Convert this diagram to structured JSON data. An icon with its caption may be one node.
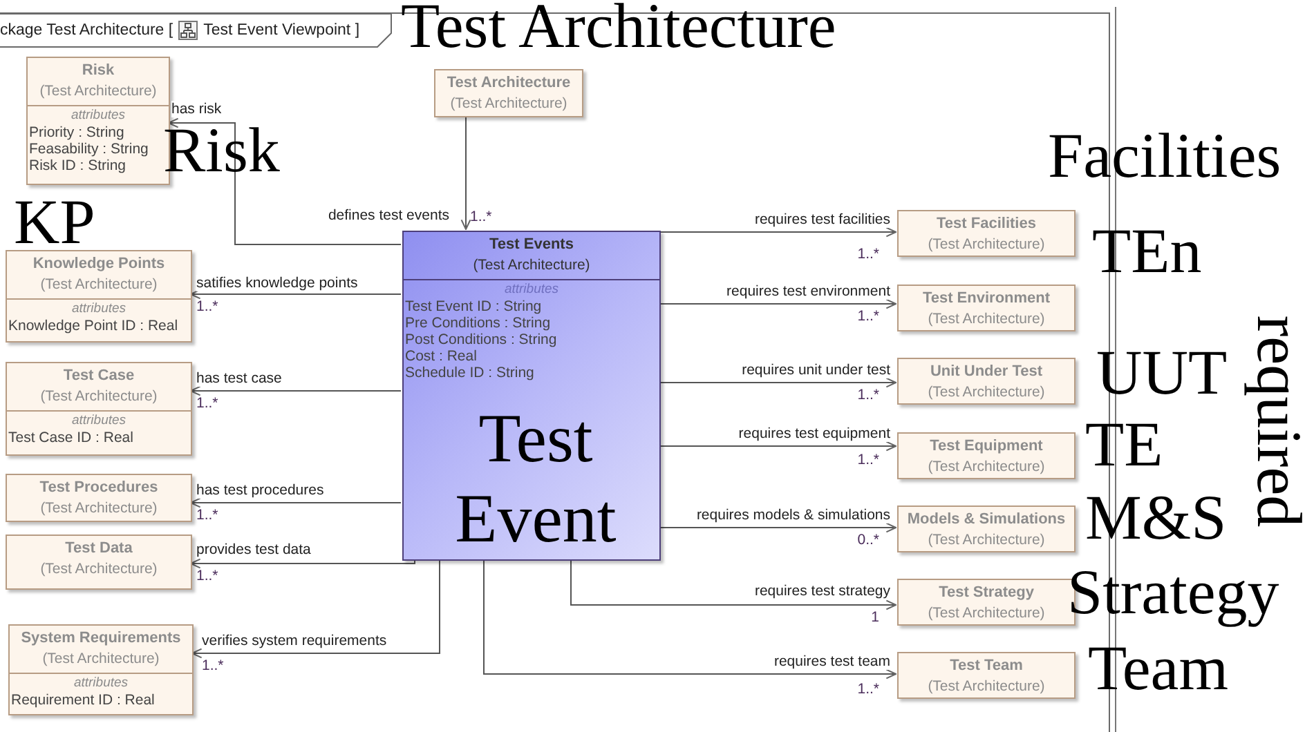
{
  "diagram": {
    "nodes": [
      {
        "text": [
          "ckage Test Architecture [",
          "Test Event Viewpoint ]"
        ]
      },
      {
        "text": [
          "Risk",
          "(Test Architecture)",
          "attributes",
          "Priority : String",
          "Feasability : String",
          "Risk ID : String"
        ],
        "in": 0
      },
      {
        "text": [
          "Test Architecture",
          "(Test Architecture)"
        ],
        "in": 0
      },
      {
        "text": [
          "Knowledge Points",
          "(Test Architecture)",
          "attributes",
          "Knowledge Point ID : Real"
        ],
        "in": 0
      },
      {
        "text": [
          "Test Case",
          "(Test Architecture)",
          "attributes",
          "Test Case ID : Real"
        ],
        "in": 0
      },
      {
        "text": [
          "Test Procedures",
          "(Test Architecture)"
        ],
        "in": 0
      },
      {
        "text": [
          "Test Data",
          "(Test Architecture)"
        ],
        "in": 0
      },
      {
        "text": [
          "System Requirements",
          "(Test Architecture)",
          "attributes",
          "Requirement ID : Real"
        ],
        "in": 0
      },
      {
        "text": [
          "Test Events",
          "(Test Architecture)",
          "attributes",
          "Test Event ID : String",
          "Pre Conditions : String",
          "Post Conditions : String",
          "Cost : Real",
          "Schedule ID : String"
        ],
        "in": 0
      },
      {
        "text": [
          "Test Facilities",
          "(Test Architecture)"
        ],
        "in": 0
      },
      {
        "text": [
          "Test Environment",
          "(Test Architecture)"
        ],
        "in": 0
      },
      {
        "text": [
          "Unit Under Test",
          "(Test Architecture)"
        ],
        "in": 0
      },
      {
        "text": [
          "Test Equipment",
          "(Test Architecture)"
        ],
        "in": 0
      },
      {
        "text": [
          "Models & Simulations",
          "(Test Architecture)"
        ],
        "in": 0
      },
      {
        "text": [
          "Test Strategy",
          "(Test Architecture)"
        ],
        "in": 0
      },
      {
        "text": [
          "Test Team",
          "(Test Architecture)"
        ],
        "in": 0
      }
    ],
    "edges": [
      {
        "from": 2,
        "to": 8,
        "arrow": "to",
        "label": "defines test events"
      },
      {
        "from": 8,
        "to": 1,
        "arrow": "to",
        "label": "has risk"
      },
      {
        "from": 8,
        "to": 3,
        "arrow": "to",
        "label": "satifies knowledge points"
      },
      {
        "from": 8,
        "to": 4,
        "arrow": "to",
        "label": "has test case"
      },
      {
        "from": 8,
        "to": 5,
        "arrow": "to",
        "label": "has test procedures"
      },
      {
        "from": 8,
        "to": 6,
        "arrow": "to",
        "label": "provides test data"
      },
      {
        "from": 8,
        "to": 7,
        "arrow": "to",
        "label": "verifies system requirements"
      },
      {
        "from": 8,
        "to": 9,
        "arrow": "to",
        "label": "requires test facilities"
      },
      {
        "from": 8,
        "to": 10,
        "arrow": "to",
        "label": "requires test environment"
      },
      {
        "from": 8,
        "to": 11,
        "arrow": "to",
        "label": "requires unit under test"
      },
      {
        "from": 8,
        "to": 12,
        "arrow": "to",
        "label": "requires test equipment"
      },
      {
        "from": 8,
        "to": 13,
        "arrow": "to",
        "label": "requires models & simulations"
      },
      {
        "from": 8,
        "to": 14,
        "arrow": "to",
        "label": "requires test strategy"
      },
      {
        "from": 8,
        "to": 15,
        "arrow": "to",
        "label": "requires test team"
      }
    ],
    "labels": [
      "Test Architecture",
      "Risk",
      "KP",
      "1..*",
      "1..*",
      "1..*",
      "1..*",
      "1..*",
      "1..*",
      "Test Event",
      "Facilities",
      "1..*",
      "TEn",
      "1..*",
      "required",
      "UUT",
      "1..*",
      "TE",
      "1..*",
      "M&S",
      "0..*",
      "Strategy",
      "1",
      "Team",
      "1..*"
    ]
  }
}
